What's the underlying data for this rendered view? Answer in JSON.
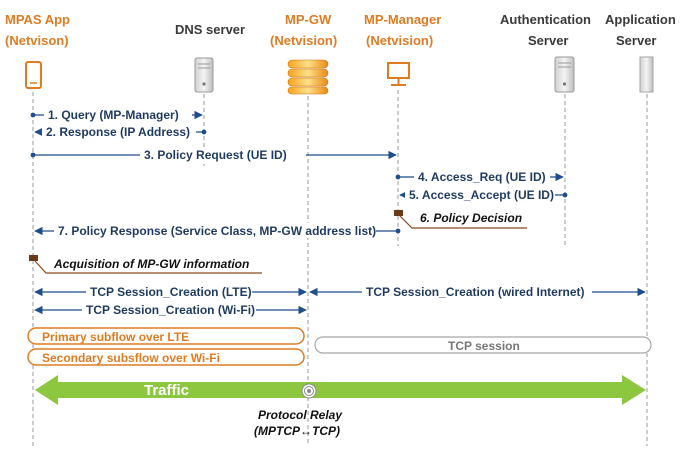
{
  "entities": {
    "mpas_app": {
      "line1": "MPAS App",
      "line2": "(Netvison)"
    },
    "dns_server": {
      "line1": "DNS server"
    },
    "mp_gw": {
      "line1": "MP-GW",
      "line2": "(Netvision)"
    },
    "mp_manager": {
      "line1": "MP-Manager",
      "line2": "(Netvision)"
    },
    "auth_server": {
      "line1": "Authentication",
      "line2": "Server"
    },
    "app_server": {
      "line1": "Application",
      "line2": "Server"
    }
  },
  "messages": {
    "m1": "1. Query (MP-Manager)",
    "m2": "2. Response (IP Address)",
    "m3": "3. Policy Request (UE ID)",
    "m4": "4. Access_Req (UE ID)",
    "m5": "5. Access_Accept (UE ID)",
    "m7": "7. Policy Response (Service Class, MP-GW address list)",
    "tcp_lte": "TCP Session_Creation (LTE)",
    "tcp_wifi": "TCP Session_Creation (Wi-Fi)",
    "tcp_wired": "TCP Session_Creation (wired Internet)"
  },
  "notes": {
    "policy_decision": "6. Policy Decision",
    "acquisition": "Acquisition of MP-GW information"
  },
  "subflows": {
    "primary": "Primary subflow over LTE",
    "secondary": "Secondary subsflow over Wi-Fi",
    "tcp_session": "TCP session"
  },
  "traffic": {
    "label": "Traffic"
  },
  "relay": {
    "line1": "Protocol Relay",
    "line2": "(MPTCP↔TCP)"
  },
  "colors": {
    "orange": "#e07b22",
    "blue": "#1f4e8c",
    "green": "#8dc63f",
    "gray": "#9a9a9a"
  }
}
